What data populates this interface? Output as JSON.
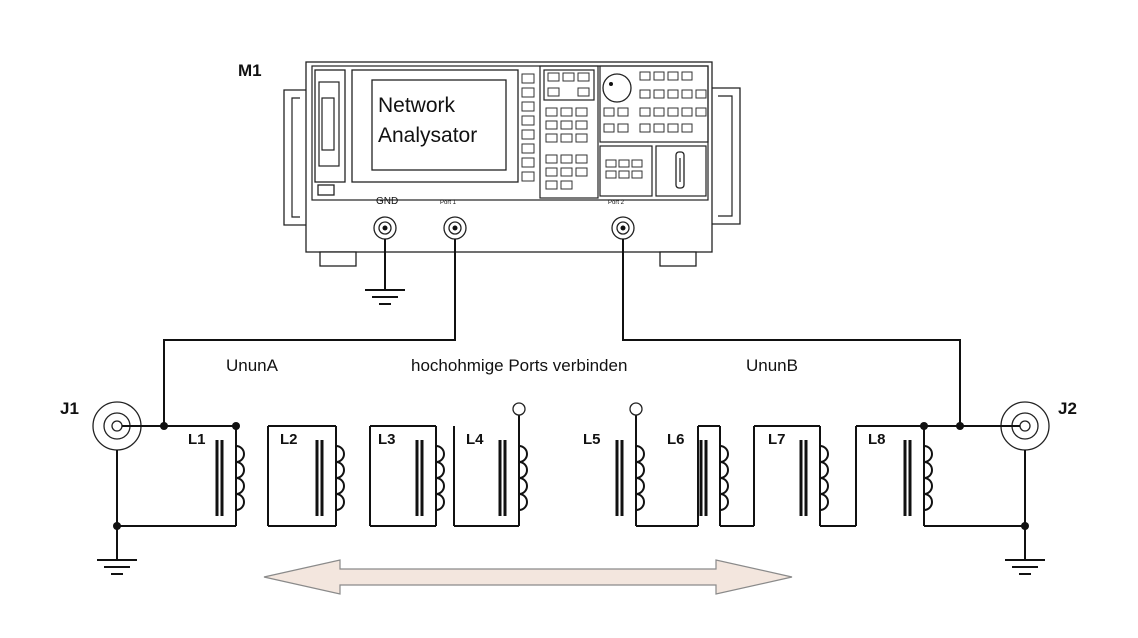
{
  "device": {
    "id": "M1",
    "screen_line1": "Network",
    "screen_line2": "Analysator",
    "gnd_label": "GND",
    "port1_label": "Port 1",
    "port2_label": "Port 2"
  },
  "labels": {
    "unun_a": "UnunA",
    "middle": "hochohmige Ports verbinden",
    "unun_b": "UnunB"
  },
  "connectors": {
    "j1": "J1",
    "j2": "J2"
  },
  "coils": [
    "L1",
    "L2",
    "L3",
    "L4",
    "L5",
    "L6",
    "L7",
    "L8"
  ],
  "colors": {
    "arrow_fill": "#f3e6de",
    "arrow_stroke": "#8a8a8a"
  }
}
